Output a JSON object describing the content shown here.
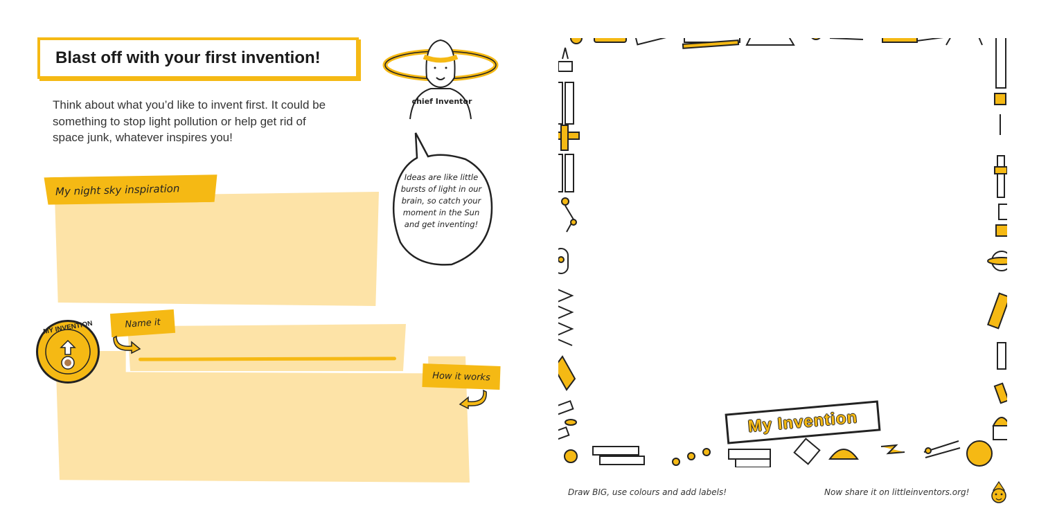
{
  "left_page": {
    "title": "Blast off with your first invention!",
    "intro": "Think about what you’d like to invent first. It could be something to stop light pollution or help get rid of space junk, whatever inspires you!",
    "inspiration_label": "My night sky inspiration",
    "name_label": "Name it",
    "how_label": "How it works",
    "badge_text": "MY INVENTION",
    "character_shirt": "chief Inventor",
    "speech_bubble": "Ideas are like little bursts of light in our brain, so catch your moment in the Sun and get inventing!"
  },
  "right_page": {
    "sign_text": "My Invention",
    "footer_left": "Draw BIG, use colours and add labels!",
    "footer_right": "Now share it on littleinventors.org!"
  },
  "colors": {
    "accent": "#f5b914",
    "tape": "#fde3a7",
    "ink": "#222222"
  }
}
